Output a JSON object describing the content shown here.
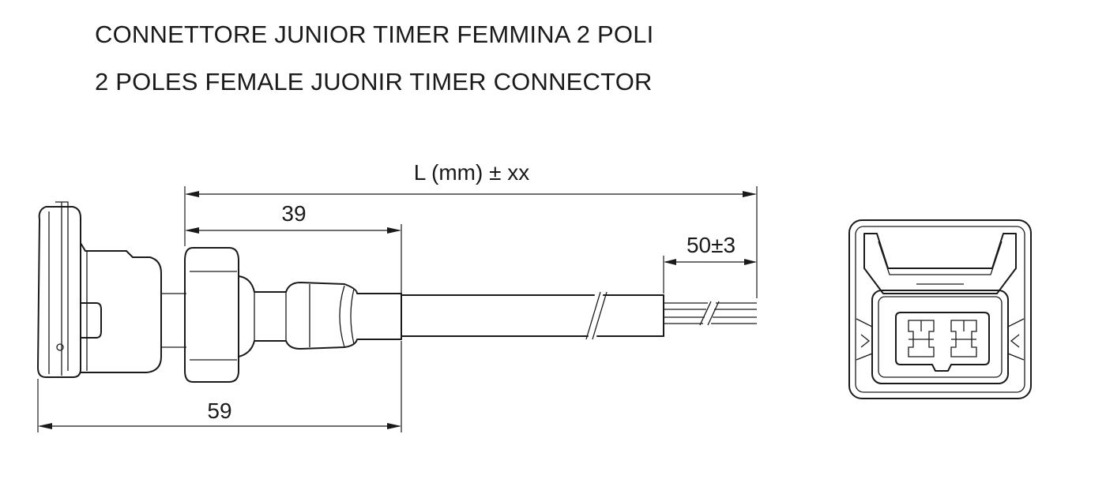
{
  "titles": {
    "italian": "CONNETTORE JUNIOR TIMER FEMMINA 2 POLI",
    "english": "2 POLES FEMALE JUONIR TIMER CONNECTOR"
  },
  "dimensions": {
    "total_length": "L (mm) ± xx",
    "connector_body": "39",
    "wire_strip": "50±3",
    "overall_connector": "59"
  }
}
